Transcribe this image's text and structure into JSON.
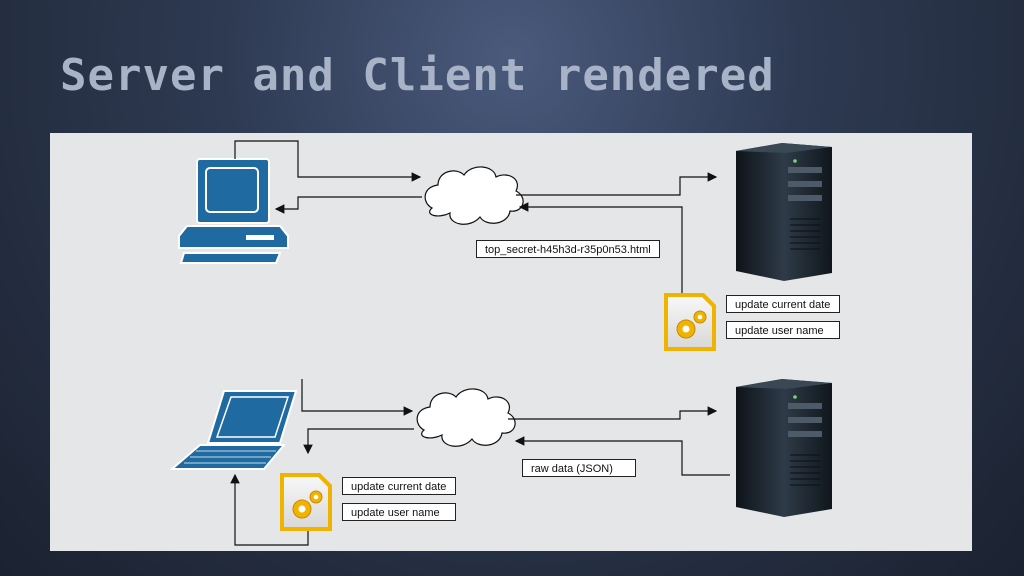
{
  "slide": {
    "title": "Server and Client rendered"
  },
  "top_flow": {
    "response_label": "top_secret-h45h3d-r35p0n53.html",
    "server_tasks": [
      "update current date",
      "update user name"
    ]
  },
  "bottom_flow": {
    "response_label": "raw data (JSON)",
    "client_tasks": [
      "update current date",
      "update user name"
    ]
  },
  "colors": {
    "device_blue": "#1f6aa0",
    "gear_gold": "#f0b400",
    "server_dark": "#1e2630"
  }
}
